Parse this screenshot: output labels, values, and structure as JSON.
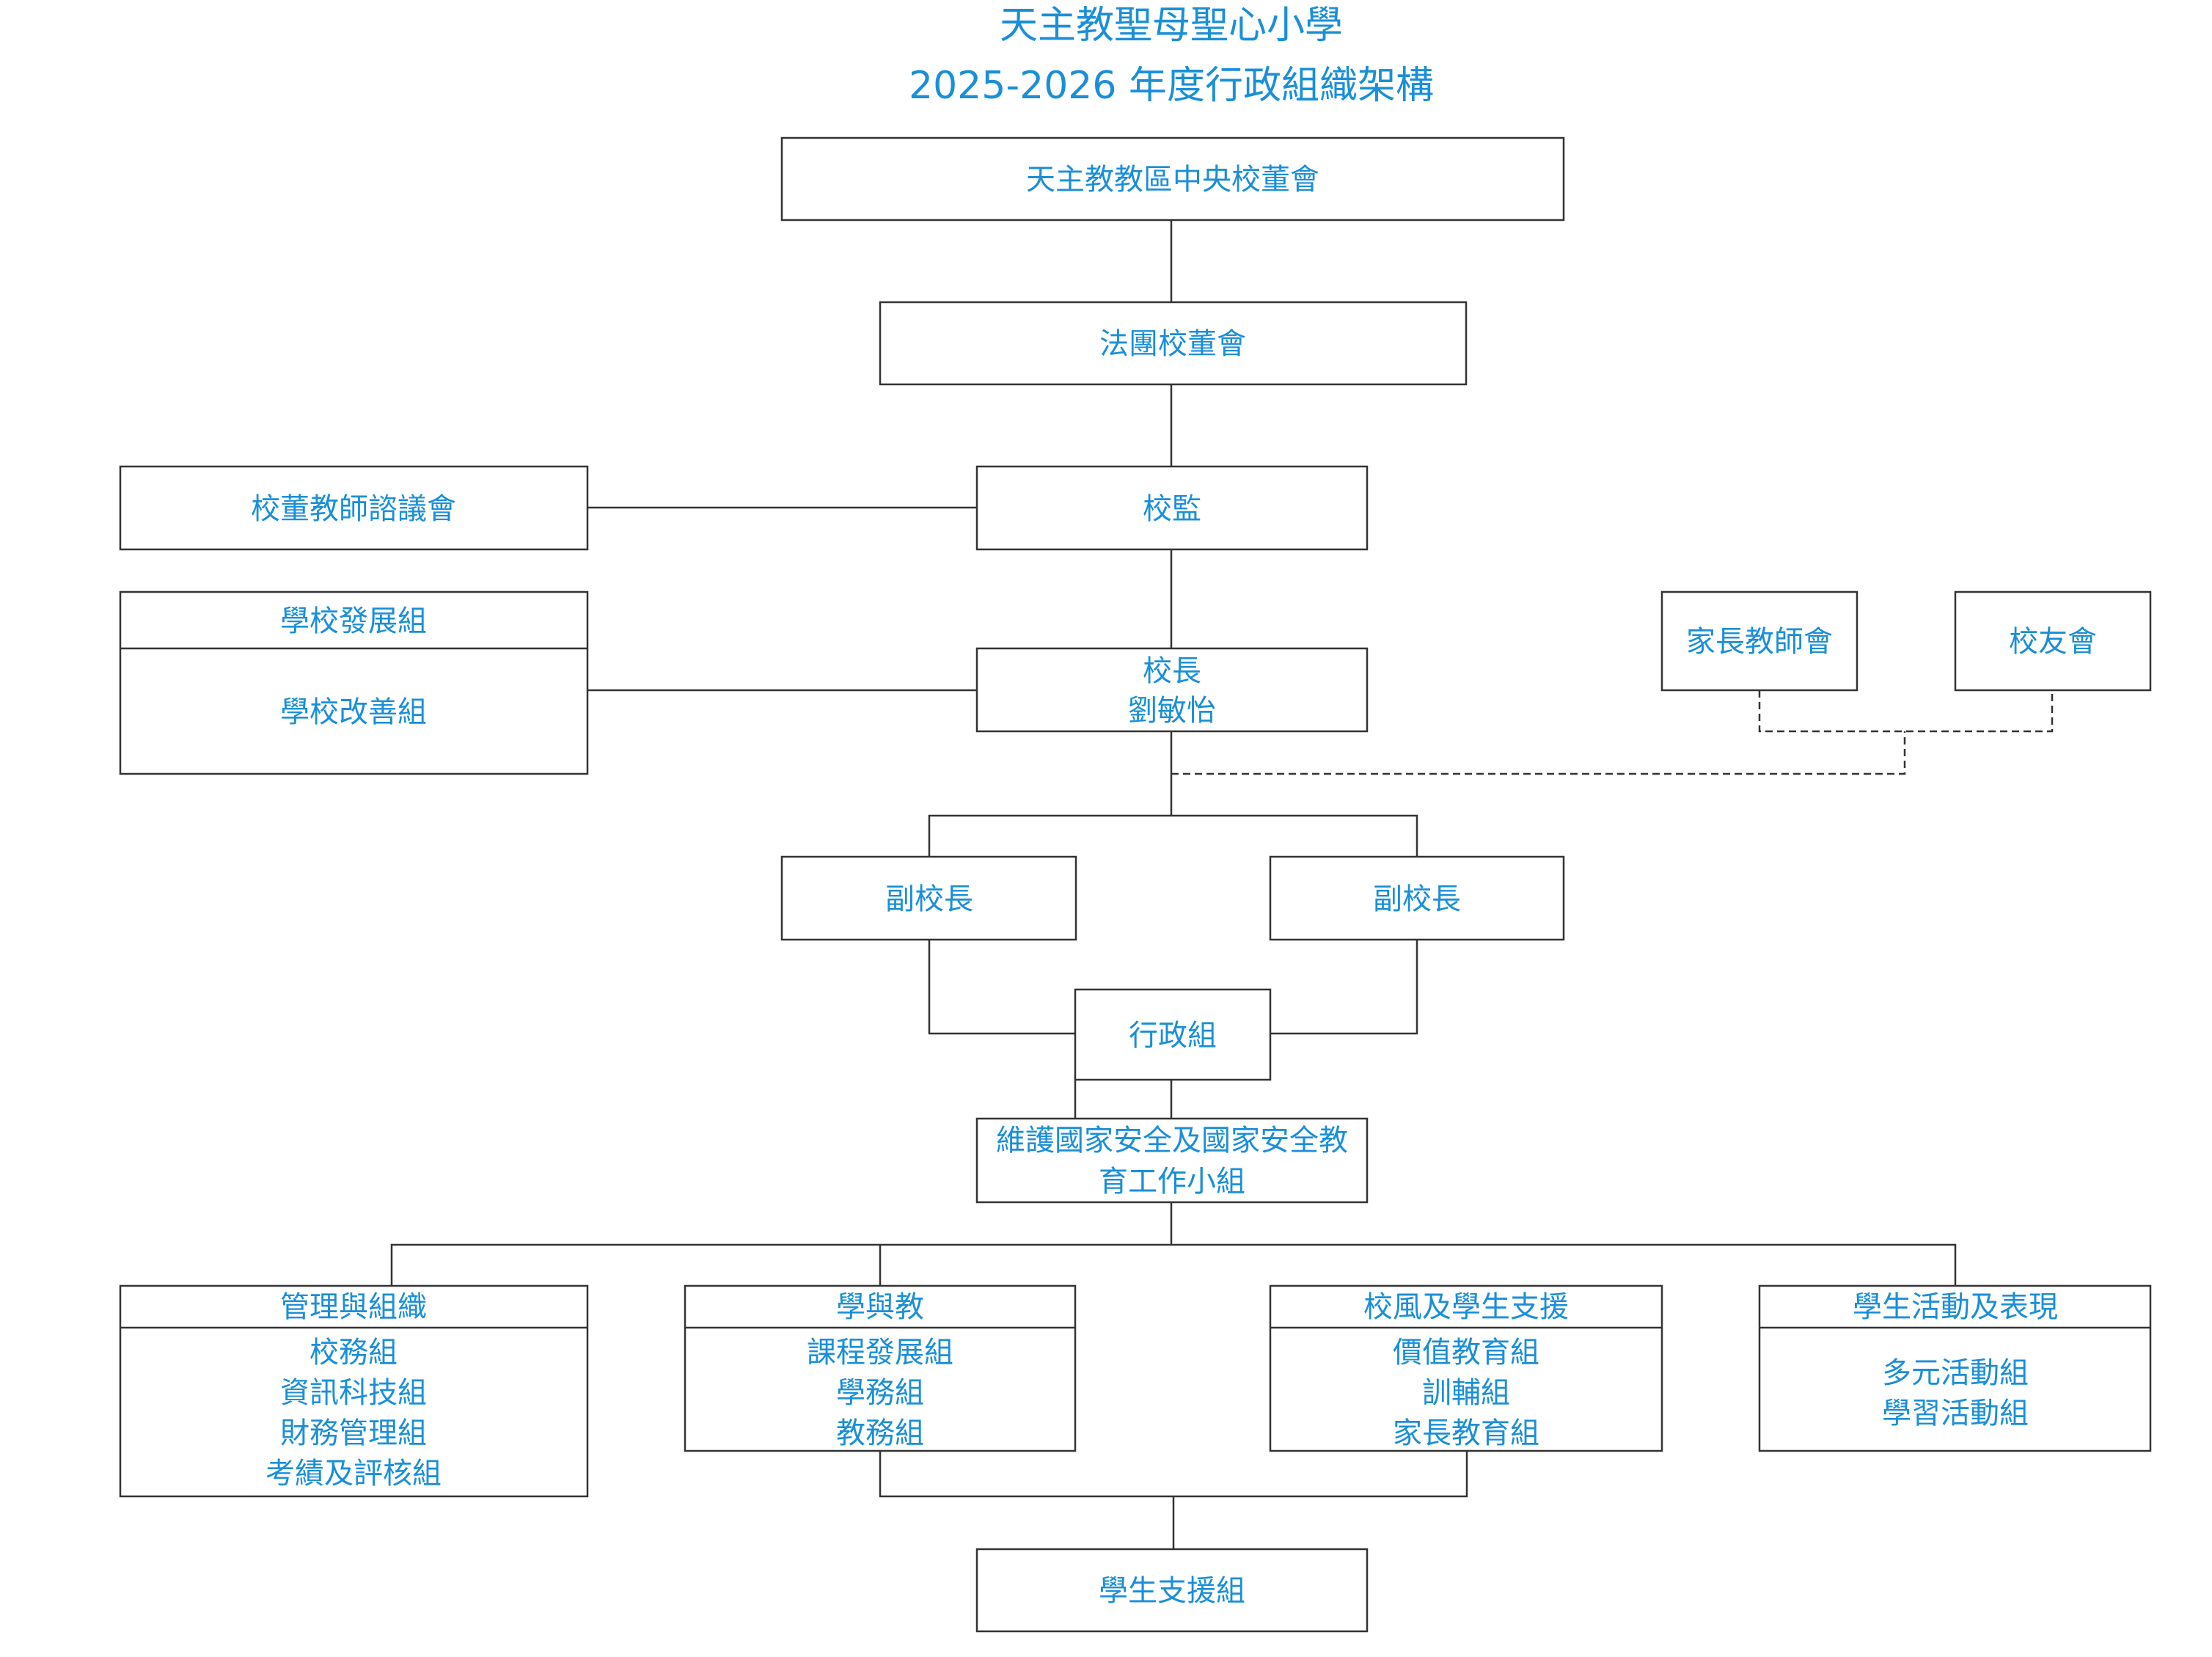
{
  "title": {
    "line1": "天主教聖母聖心小學",
    "line2": "2025-2026 年度行政組織架構"
  },
  "colors": {
    "text": "#1a8fd8",
    "line": "#333333"
  },
  "nodes": {
    "central_board": {
      "lines": [
        "天主教教區中央校董會"
      ]
    },
    "incorporated_board": {
      "lines": [
        "法團校董會"
      ]
    },
    "supervisor": {
      "lines": [
        "校監"
      ]
    },
    "consultation_committee": {
      "lines": [
        "校董教師諮議會"
      ]
    },
    "development_improvement": {
      "header": "學校發展組",
      "lines": [
        "學校改善組"
      ]
    },
    "principal": {
      "lines": [
        "校長",
        "劉敏怡"
      ]
    },
    "pta": {
      "lines": [
        "家長教師會"
      ]
    },
    "alumni": {
      "lines": [
        "校友會"
      ]
    },
    "vice_principal_left": {
      "lines": [
        "副校長"
      ]
    },
    "vice_principal_right": {
      "lines": [
        "副校長"
      ]
    },
    "admin_group": {
      "lines": [
        "行政組"
      ]
    },
    "security_group": {
      "lines": [
        "維護國家安全及國家安全教",
        "育工作小組"
      ]
    },
    "management": {
      "header": "管理與組織",
      "lines": [
        "校務組",
        "資訊科技組",
        "財務管理組",
        "考績及評核組"
      ]
    },
    "learning_teaching": {
      "header": "學與教",
      "lines": [
        "課程發展組",
        "學務組",
        "教務組"
      ]
    },
    "ethos_support": {
      "header": "校風及學生支援",
      "lines": [
        "價值教育組",
        "訓輔組",
        "家長教育組"
      ]
    },
    "activities": {
      "header": "學生活動及表現",
      "lines": [
        "多元活動組",
        "學習活動組"
      ]
    },
    "student_support": {
      "lines": [
        "學生支援組"
      ]
    }
  }
}
